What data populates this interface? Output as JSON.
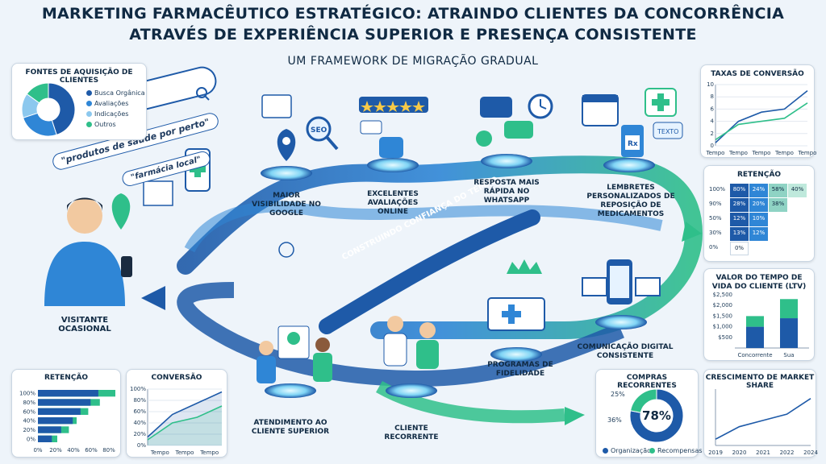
{
  "header": {
    "title_line1": "MARKETING FARMACÊUTICO ESTRATÉGICO: ATRAINDO CLIENTES DA CONCORRÊNCIA",
    "title_line2": "ATRAVÉS DE EXPERIÊNCIA SUPERIOR E PRESENÇA CONSISTENTE",
    "subtitle": "UM FRAMEWORK DE MIGRAÇÃO GRADUAL"
  },
  "search_tags": {
    "tag1": "\"produtos de saúde por perto\"",
    "tag2": "\"farmácia local\""
  },
  "journey": {
    "visitor": "VISITANTE OCASIONAL",
    "band_text": "CONSTRUINDO CONFIANÇA DO TEMPO",
    "stage1": "MAIOR VISIBILIDADE NO GOOGLE",
    "stage2": "EXCELENTES AVALIAÇÕES ONLINE",
    "stage3": "RESPOSTA MAIS RÁPIDA NO WHATSAPP",
    "stage4": "LEMBRETES PERSONALIZADOS DE REPOSIÇÃO DE MEDICAMENTOS",
    "stage5": "COMUNICAÇÃO DIGITAL CONSISTENTE",
    "stage6": "PROGRAMAS DE FIDELIDADE",
    "stage7": "CLIENTE RECORRENTE",
    "stage8": "ATENDIMENTO AO CLIENTE SUPERIOR",
    "seo_label": "SEO",
    "texto_label": "TEXTO",
    "rx_label": "Rx"
  },
  "colors": {
    "blue_dark": "#1e5aa8",
    "blue_mid": "#2f86d6",
    "blue_light": "#6cc3f0",
    "green": "#2fbf8a",
    "teal": "#3bb7a4"
  },
  "chart_data": [
    {
      "type": "pie",
      "title": "FONTES DE AQUISIÇÃO DE CLIENTES",
      "legend": [
        "Busca Orgânica",
        "Avaliações",
        "Indicações",
        "Outros"
      ],
      "values": [
        45,
        25,
        15,
        15
      ],
      "colors": [
        "#1e5aa8",
        "#2f86d6",
        "#8cc8ee",
        "#2fbf8a"
      ]
    },
    {
      "type": "line",
      "title": "TAXAS DE CONVERSÃO",
      "categories": [
        "Tempo",
        "Tempo",
        "Tempo",
        "Tempo",
        "Tempo"
      ],
      "yticks": [
        "0",
        "2",
        "4",
        "6",
        "8",
        "10"
      ],
      "ylim": [
        0,
        10
      ],
      "series": [
        {
          "values": [
            0.5,
            4,
            5.5,
            6,
            9
          ],
          "color": "#1e5aa8"
        },
        {
          "values": [
            1,
            3.5,
            4,
            4.5,
            7
          ],
          "color": "#2fbf8a"
        }
      ]
    },
    {
      "type": "heatmap",
      "title": "RETENÇÃO",
      "ylabels": [
        "100%",
        "90%",
        "50%",
        "30%",
        "0%"
      ],
      "rows": [
        [
          "80%",
          "24%",
          "58%",
          "40%"
        ],
        [
          "28%",
          "20%",
          "38%"
        ],
        [
          "12%",
          "10%"
        ],
        [
          "13%",
          "12%"
        ],
        [
          "0%"
        ]
      ]
    },
    {
      "type": "bar",
      "title": "VALOR DO TEMPO DE VIDA DO CLIENTE (LTV)",
      "categories": [
        "Concorrente",
        "Sua"
      ],
      "yticks": [
        "$2,500",
        "$2,000",
        "$1,500",
        "$1,000",
        "$500"
      ],
      "ylim": [
        0,
        2500
      ],
      "series": [
        {
          "values": [
            1000,
            1400
          ],
          "color": "#1e5aa8"
        },
        {
          "values": [
            500,
            900
          ],
          "color": "#2fbf8a"
        }
      ]
    },
    {
      "type": "bar",
      "title": "RETENÇÃO",
      "orientation": "horizontal",
      "yticks": [
        "100%",
        "80%",
        "60%",
        "40%",
        "20%",
        "0%"
      ],
      "xticks": [
        "0%",
        "20%",
        "40%",
        "60%",
        "80%"
      ],
      "xlim": [
        0,
        100
      ],
      "series": [
        {
          "values": [
            78,
            68,
            55,
            45,
            30,
            18
          ],
          "color": "#1e5aa8"
        },
        {
          "values": [
            100,
            80,
            65,
            50,
            40,
            25
          ],
          "color": "#2fbf8a"
        }
      ]
    },
    {
      "type": "line",
      "title": "CONVERSÃO",
      "categories": [
        "Tempo",
        "Tempo",
        "Tempo"
      ],
      "yticks": [
        "100%",
        "80%",
        "60%",
        "40%",
        "20%",
        "0%"
      ],
      "ylim": [
        0,
        100
      ],
      "series": [
        {
          "values": [
            15,
            55,
            75,
            95
          ],
          "color": "#1e5aa8"
        },
        {
          "values": [
            10,
            40,
            50,
            70
          ],
          "color": "#2fbf8a"
        }
      ]
    },
    {
      "type": "pie",
      "title": "COMPRAS RECORRENTES",
      "center_label": "78%",
      "side_labels": [
        "25%",
        "36%"
      ],
      "legend": [
        "Organização",
        "Recompensas"
      ],
      "values": [
        78,
        22
      ],
      "colors": [
        "#1e5aa8",
        "#2fbf8a"
      ]
    },
    {
      "type": "line",
      "title": "CRESCIMENTO DE MARKET SHARE",
      "categories": [
        "2019",
        "2020",
        "2021",
        "2022",
        "2024"
      ],
      "series": [
        {
          "values": [
            1,
            3,
            4,
            5,
            7.5
          ],
          "color": "#1e5aa8"
        }
      ]
    }
  ]
}
